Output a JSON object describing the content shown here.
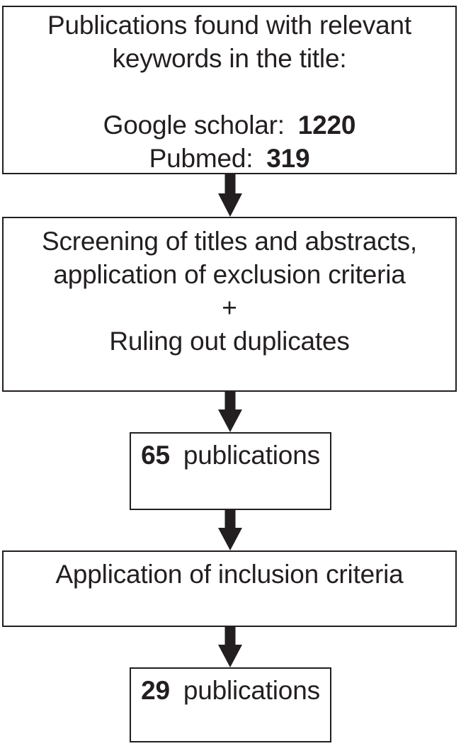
{
  "diagram": {
    "type": "flowchart",
    "background_color": "#ffffff",
    "border_color": "#231f20",
    "text_color": "#231f20",
    "arrow_color": "#231f20",
    "steps": {
      "search": {
        "title_line1": "Publications found with relevant",
        "title_line2": "keywords in the title:",
        "sources": {
          "google": {
            "label": "Google scholar:",
            "value": "1220"
          },
          "pubmed": {
            "label": "Pubmed:",
            "value": "319"
          }
        }
      },
      "screening": {
        "line1": "Screening of titles and abstracts,",
        "line2": "application of exclusion criteria",
        "line3": "+",
        "line4": "Ruling out duplicates"
      },
      "after_screening": {
        "count": "65",
        "label": "publications"
      },
      "inclusion": {
        "text": "Application of inclusion criteria"
      },
      "after_inclusion": {
        "count": "29",
        "label": "publications"
      }
    }
  }
}
